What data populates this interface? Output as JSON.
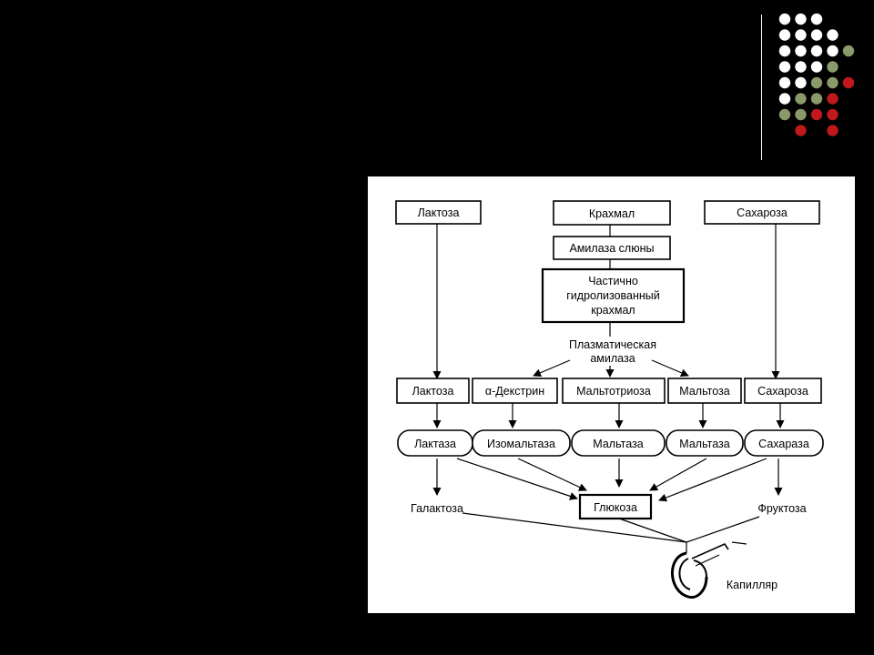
{
  "slide": {
    "background": "#000000",
    "decoration_colors": {
      "white": "#ffffff",
      "olive": "#8a9a6a",
      "red": "#c0181c"
    }
  },
  "diagram": {
    "sources": {
      "lactose": "Лактоза",
      "starch": "Крахмал",
      "sucrose": "Сахароза"
    },
    "salivary_amylase": "Амилаза слюны",
    "partial_starch": [
      "Частично",
      "гидролизованный",
      "крахмал"
    ],
    "plasma_amylase": [
      "Плазматическая",
      "амилаза"
    ],
    "intermediates": {
      "lactose": "Лактоза",
      "alpha_dextrin": "α-Декстрин",
      "maltotriose": "Мальтотриоза",
      "maltose": "Мальтоза",
      "sucrose": "Сахароза"
    },
    "enzymes": {
      "lactase": "Лактаза",
      "isomaltase": "Изомальтаза",
      "maltase_1": "Мальтаза",
      "maltase_2": "Мальтаза",
      "sucrase": "Сахараза"
    },
    "products": {
      "galactose": "Галактоза",
      "glucose": "Глюкоза",
      "fructose": "Фруктоза"
    },
    "capillary": "Капилляр"
  }
}
